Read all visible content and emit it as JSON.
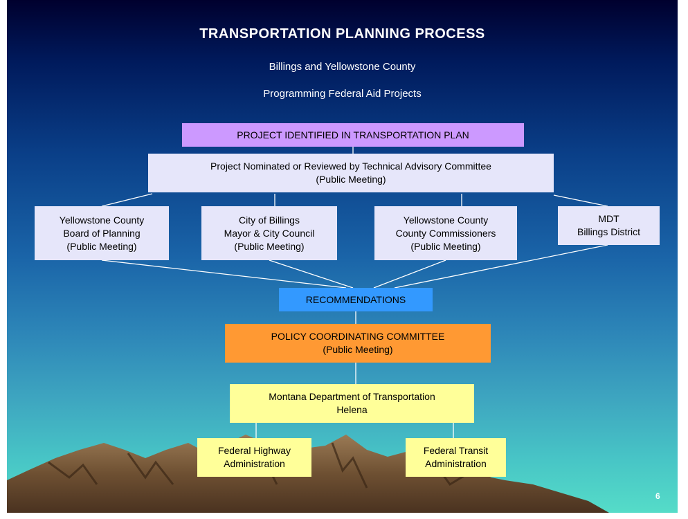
{
  "slide": {
    "title": "TRANSPORTATION PLANNING PROCESS",
    "subtitle1": "Billings and Yellowstone County",
    "subtitle2": "Programming Federal Aid Projects",
    "page_number": "6"
  },
  "colors": {
    "purple": "#cc99ff",
    "lavender": "#e6e6fa",
    "blue": "#3399ff",
    "orange": "#ff9933",
    "yellow": "#ffff99",
    "mountain": "#7a5c3a"
  },
  "boxes": {
    "project_identified": {
      "line1": "PROJECT IDENTIFIED IN TRANSPORTATION PLAN"
    },
    "project_nominated": {
      "line1": "Project Nominated or Reviewed by Technical Advisory Committee",
      "line2": "(Public Meeting)"
    },
    "yellowstone_board": {
      "line1": "Yellowstone County",
      "line2": "Board of Planning",
      "line3": "(Public Meeting)"
    },
    "city_billings": {
      "line1": "City of Billings",
      "line2": "Mayor & City Council",
      "line3": "(Public Meeting)"
    },
    "yellowstone_commissioners": {
      "line1": "Yellowstone County",
      "line2": "County Commissioners",
      "line3": "(Public Meeting)"
    },
    "mdt_billings": {
      "line1": "MDT",
      "line2": "Billings District"
    },
    "recommendations": {
      "line1": "RECOMMENDATIONS"
    },
    "policy_committee": {
      "line1": "POLICY COORDINATING COMMITTEE",
      "line2": "(Public Meeting)"
    },
    "montana_dot": {
      "line1": "Montana Department of Transportation",
      "line2": "Helena"
    },
    "fhwa": {
      "line1": "Federal Highway",
      "line2": "Administration"
    },
    "fta": {
      "line1": "Federal Transit",
      "line2": "Administration"
    }
  }
}
